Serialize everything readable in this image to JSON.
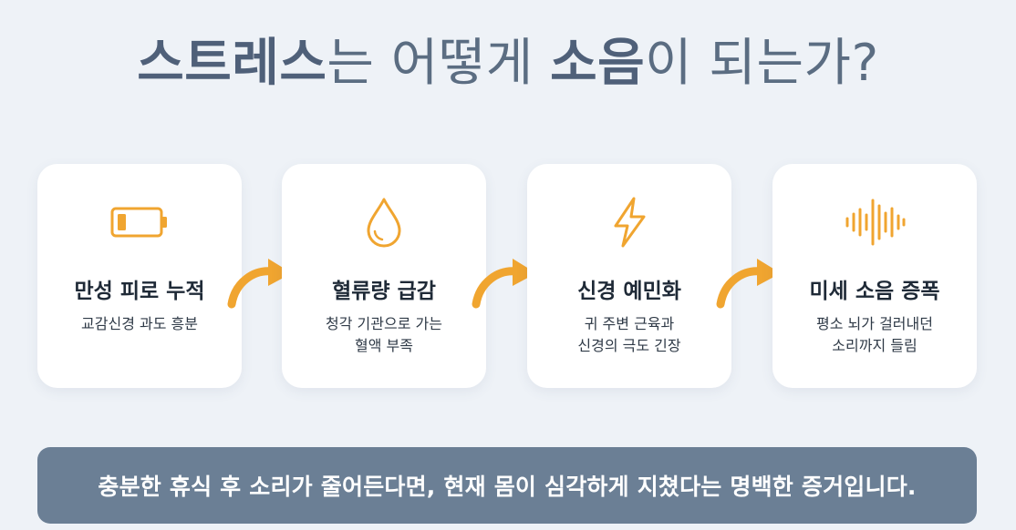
{
  "title": {
    "part1_bold": "스트레스",
    "part2": "는 어떻게 ",
    "part3_bold": "소음",
    "part4": "이 되는가?"
  },
  "colors": {
    "accent": "#f0a530",
    "banner": "#6b7f95",
    "title": "#55677d"
  },
  "steps": [
    {
      "icon": "battery-low-icon",
      "title": "만성 피로 누적",
      "desc_lines": [
        "교감신경 과도 흥분"
      ]
    },
    {
      "icon": "water-drop-icon",
      "title": "혈류량 급감",
      "desc_lines": [
        "청각 기관으로 가는",
        "혈액 부족"
      ]
    },
    {
      "icon": "lightning-icon",
      "title": "신경 예민화",
      "desc_lines": [
        "귀 주변 근육과",
        "신경의 극도 긴장"
      ]
    },
    {
      "icon": "sound-wave-icon",
      "title": "미세 소음 증폭",
      "desc_lines": [
        "평소 뇌가 걸러내던",
        "소리까지 들림"
      ]
    }
  ],
  "banner": {
    "text": "충분한 휴식 후 소리가 줄어든다면, 현재 몸이 심각하게 지쳤다는 명백한 증거입니다."
  }
}
